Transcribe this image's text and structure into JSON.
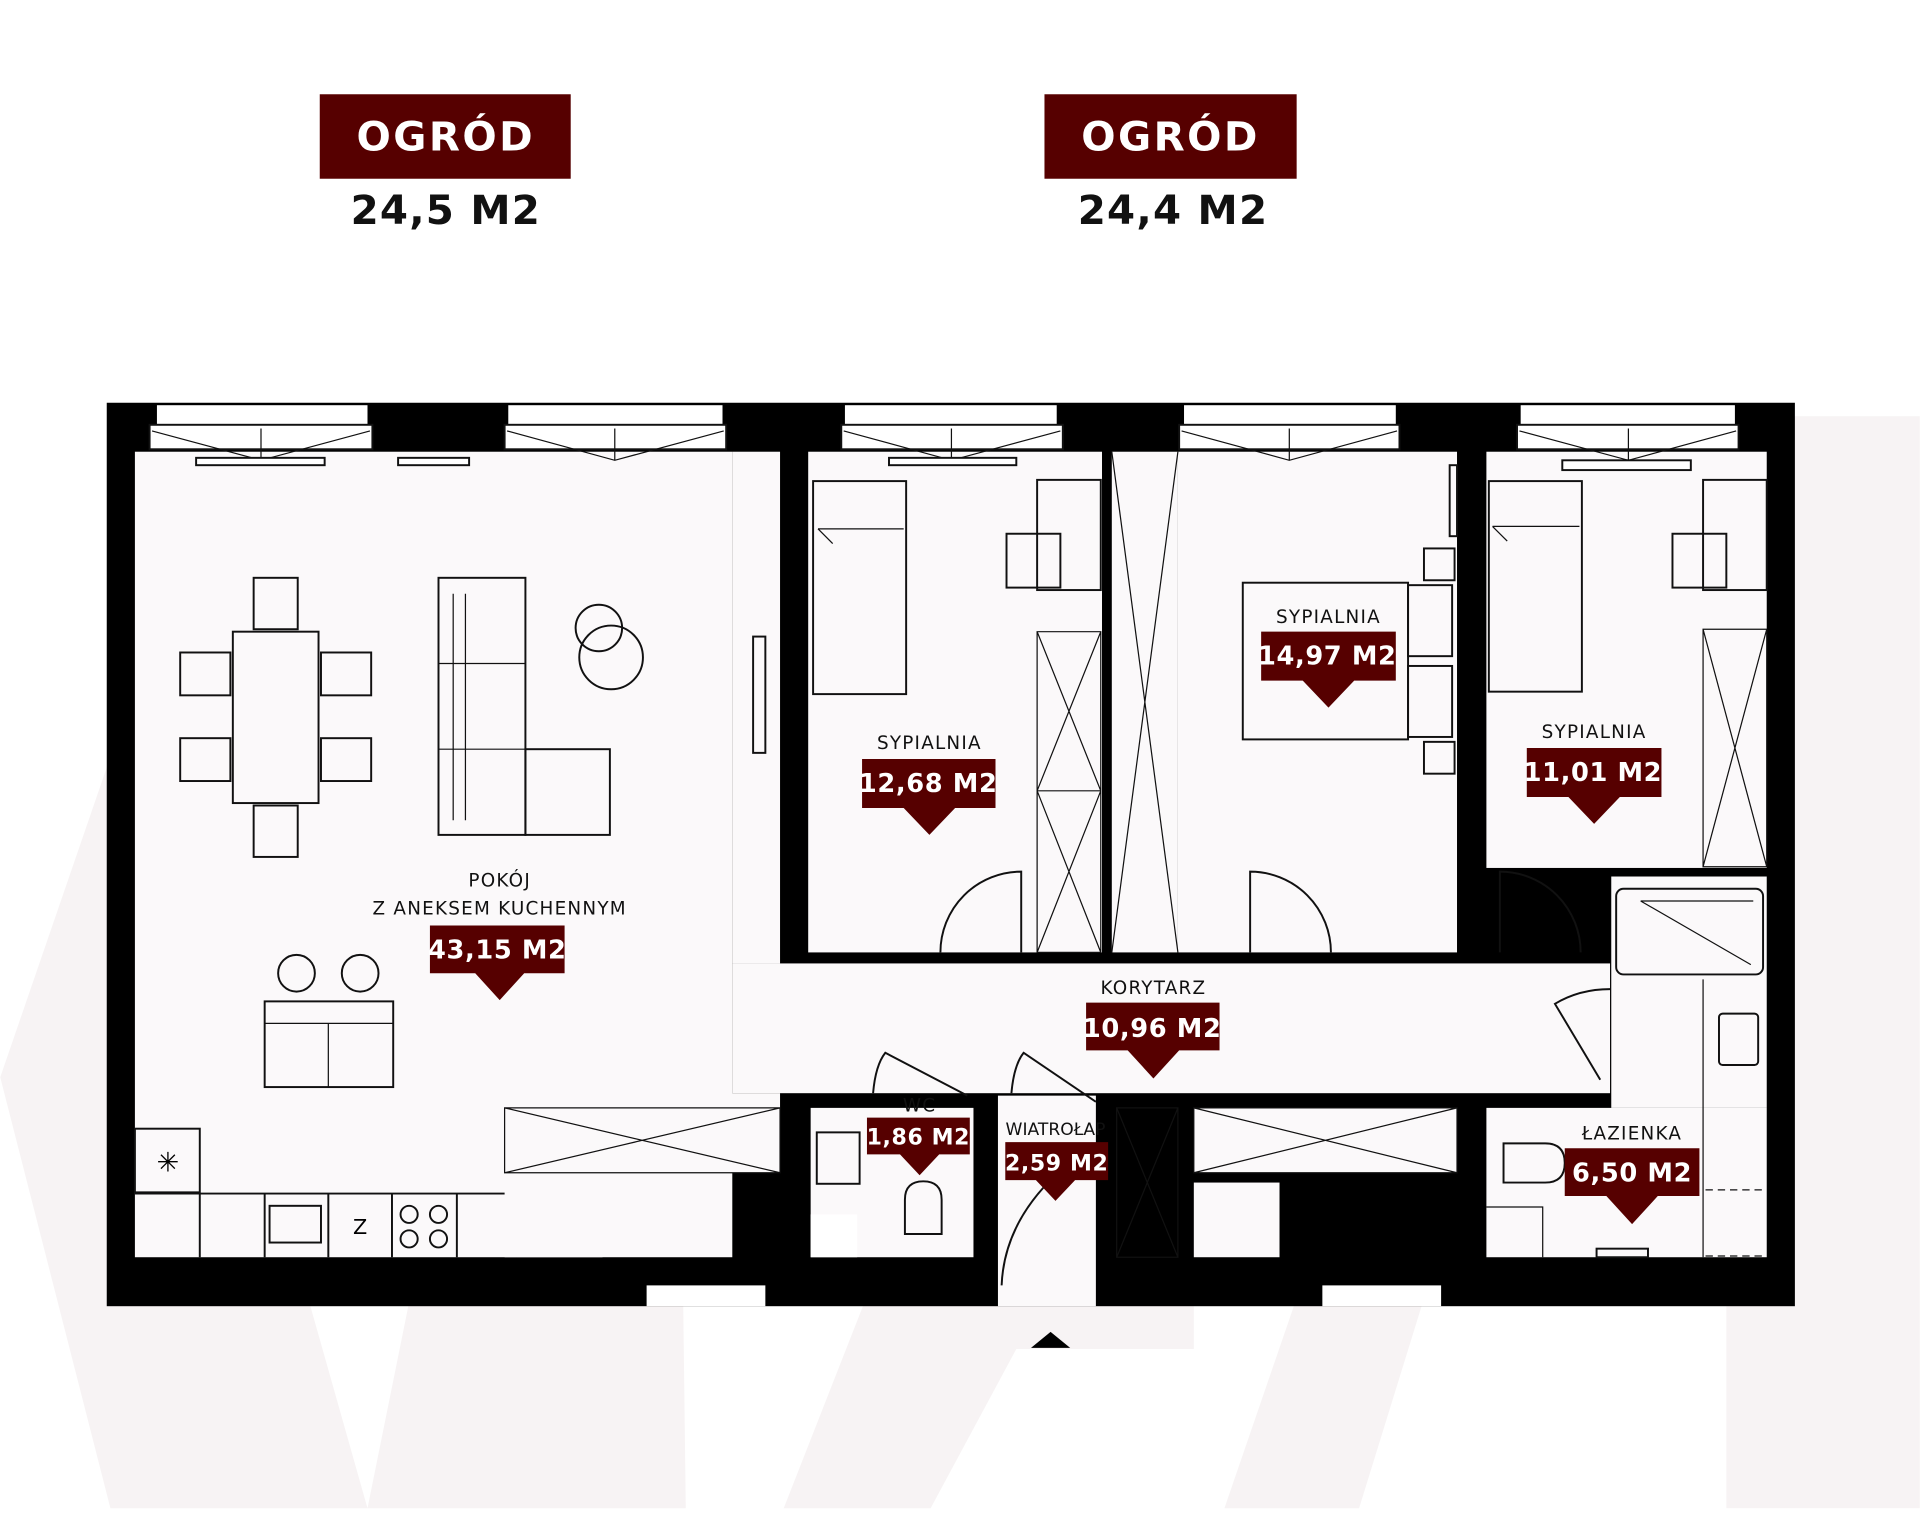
{
  "colors": {
    "accent": "#560000",
    "wall": "#000000",
    "watermark": "#f7f3f4"
  },
  "gardens": [
    {
      "label": "OGRÓD",
      "area": "24,5 M2"
    },
    {
      "label": "OGRÓD",
      "area": "24,4 M2"
    }
  ],
  "rooms": {
    "living": {
      "name_line1": "POKÓJ",
      "name_line2": "Z ANEKSEM KUCHENNYM",
      "area": "43,15 M2"
    },
    "bedroom1": {
      "name": "SYPIALNIA",
      "area": "12,68 M2"
    },
    "bedroom2": {
      "name": "SYPIALNIA",
      "area": "14,97 M2"
    },
    "bedroom3": {
      "name": "SYPIALNIA",
      "area": "11,01 M2"
    },
    "corridor": {
      "name": "KORYTARZ",
      "area": "10,96 M2"
    },
    "wc": {
      "name": "WC",
      "area": "1,86 M2"
    },
    "vestibule": {
      "name": "WIATROŁAP",
      "area": "2,59 M2"
    },
    "bathroom": {
      "name": "ŁAZIENKA",
      "area": "6,50 M2"
    }
  },
  "kitchen": {
    "fridge_mark": "Z"
  },
  "icons": [
    "window-icon",
    "door-icon",
    "entrance-arrow-icon",
    "ventilation-icon"
  ]
}
